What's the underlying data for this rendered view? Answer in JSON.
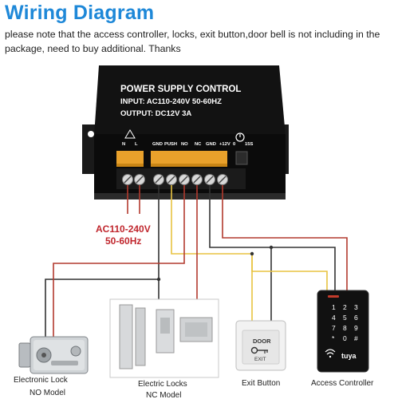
{
  "header": {
    "title": "Wiring Diagram",
    "note": "please note that the access controller, locks, exit button,door bell  is not including in the package, need to buy additional. Thanks"
  },
  "power_supply": {
    "heading": "POWER SUPPLY CONTROL",
    "input": "INPUT: AC110-240V  50-60HZ",
    "output": "OUTPUT: DC12V 3A",
    "terminals": [
      "N",
      "L",
      "GND",
      "PUSH",
      "NO",
      "NC",
      "GND",
      "+12V",
      "0",
      "15S"
    ]
  },
  "mains": {
    "voltage": "AC110-240V",
    "frequency": "50-60Hz"
  },
  "exit_button": {
    "face_line1": "DOOR",
    "face_line2": "EXIT"
  },
  "access_controller": {
    "keys": [
      "1",
      "2",
      "3",
      "4",
      "5",
      "6",
      "7",
      "8",
      "9",
      "*",
      "0",
      "#"
    ],
    "brand": "tuya"
  },
  "devices": {
    "electronic_lock": {
      "line1": "Electronic Lock",
      "line2": "NO Model"
    },
    "electric_locks": {
      "line1": "Electric Locks",
      "line2": "NC Model"
    },
    "exit_button": {
      "line1": "Exit Button"
    },
    "access_controller": {
      "line1": "Access Controller"
    }
  },
  "colors": {
    "title_blue": "#1e88d8",
    "mains_label_red": "#c0262d",
    "wire_red": "#b23a2e",
    "wire_yellow": "#e8c341",
    "wire_black": "#333333",
    "psu_body": "#111111",
    "terminal_orange": "#e9a12b"
  }
}
